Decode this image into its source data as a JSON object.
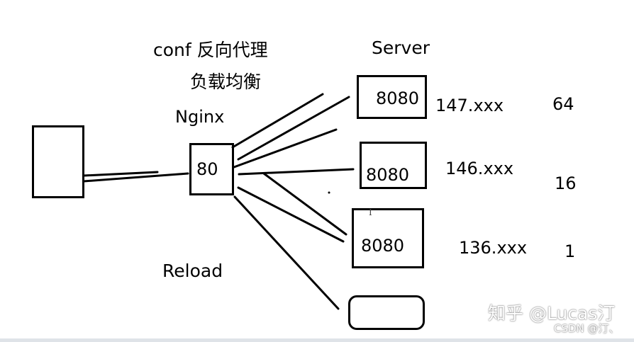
{
  "header": {
    "title_line1": "conf 反向代理",
    "title_line2": "负载均衡",
    "server_header": "Server"
  },
  "proxy": {
    "name": "Nginx",
    "port": "80",
    "action": "Reload"
  },
  "servers": [
    {
      "port": "8080",
      "ip": "147.xxx",
      "weight": "64"
    },
    {
      "port": "8080",
      "ip": "146.xxx",
      "weight": "16"
    },
    {
      "port": "8080",
      "ip": "136.xxx",
      "weight": "1"
    }
  ],
  "cursor_glyph": "I",
  "watermark": {
    "zhihu": "知乎 @Lucas汀",
    "csdn": "CSDN @汀、"
  },
  "colors": {
    "ink": "#000000",
    "background": "#ffffff"
  }
}
